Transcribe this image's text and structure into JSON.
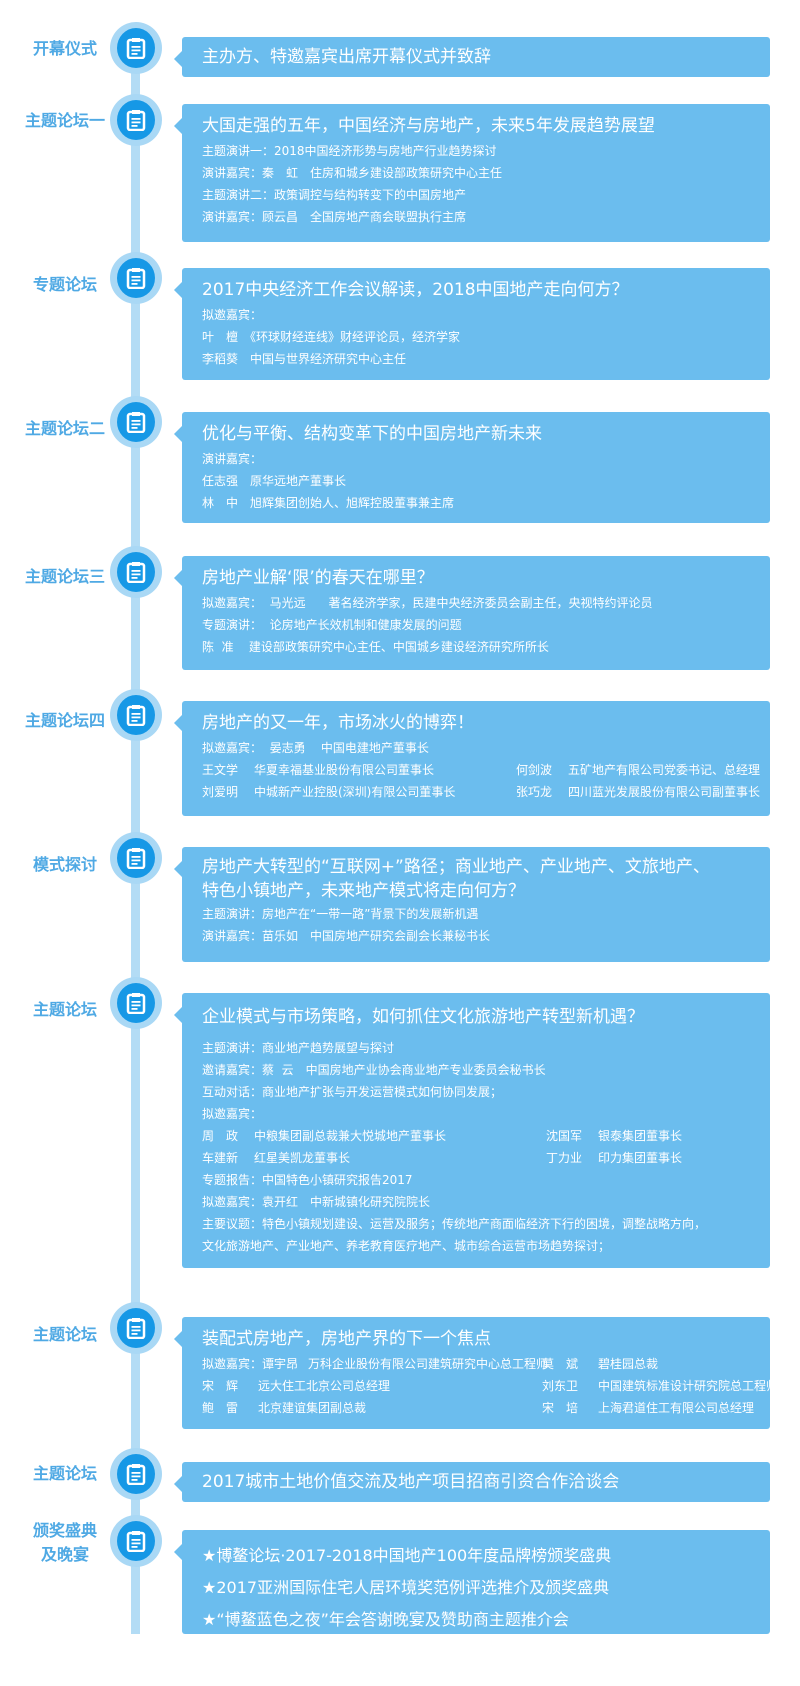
{
  "colors": {
    "card": "#6bbdee",
    "timeline": "#b3dcf5",
    "node": "#1698e6",
    "label": "#4fa9e4"
  },
  "icon": "clipboard-icon",
  "sections": [
    {
      "label": "开幕仪式",
      "title": "主办方、特邀嘉宾出席开幕仪式并致辞"
    },
    {
      "label": "主题论坛一",
      "title": "大国走强的五年，中国经济与房地产，未来5年发展趋势展望",
      "lines": [
        "主题演讲一：2018中国经济形势与房地产行业趋势探讨",
        "演讲嘉宾：秦　虹　住房和城乡建设部政策研究中心主任",
        "主题演讲二：政策调控与结构转变下的中国房地产",
        "演讲嘉宾：顾云昌　全国房地产商会联盟执行主席"
      ]
    },
    {
      "label": "专题论坛",
      "title": "2017中央经济工作会议解读，2018中国地产走向何方？",
      "lines": [
        "拟邀嘉宾：",
        "叶　檀　《环球财经连线》财经评论员，经济学家",
        "李稻葵　中国与世界经济研究中心主任"
      ]
    },
    {
      "label": "主题论坛二",
      "title": "优化与平衡、结构变革下的中国房地产新未来",
      "lines": [
        "演讲嘉宾：",
        "任志强　原华远地产董事长",
        "林　中　旭辉集团创始人、旭辉控股董事兼主席"
      ]
    },
    {
      "label": "主题论坛三",
      "title": "房地产业解‘限’的春天在哪里？",
      "lines": [
        "拟邀嘉宾：  马光远      著名经济学家，民建中央经济委员会副主任，央视特约评论员",
        "专题演讲：  论房地产长效机制和健康发展的问题",
        "陈  准    建设部政策研究中心主任、中国城乡建设经济研究所所长"
      ]
    },
    {
      "label": "主题论坛四",
      "title": "房地产的又一年，市场冰火的博弈！",
      "lines": [
        "拟邀嘉宾：  晏志勇    中国电建地产董事长"
      ],
      "rows": [
        [
          "王文学",
          "华夏幸福基业股份有限公司董事长",
          "何剑波",
          "五矿地产有限公司党委书记、总经理"
        ],
        [
          "刘爱明",
          "中城新产业控股(深圳)有限公司董事长",
          "张巧龙",
          "四川蓝光发展股份有限公司副董事长"
        ]
      ]
    },
    {
      "label": "模式探讨",
      "title": "房地产大转型的“互联网+”路径；商业地产、产业地产、文旅地产、",
      "title2": "特色小镇地产，未来地产模式将走向何方？",
      "lines": [
        "主题演讲：房地产在“一带一路”背景下的发展新机遇",
        "演讲嘉宾：苗乐如　中国房地产研究会副会长兼秘书长"
      ]
    },
    {
      "label": "主题论坛",
      "title": "企业模式与市场策略，如何抓住文化旅游地产转型新机遇？",
      "lines": [
        "主题演讲：商业地产趋势展望与探讨",
        "邀请嘉宾：蔡  云　中国房地产业协会商业地产专业委员会秘书长",
        "互动对话：商业地产扩张与开发运营模式如何协同发展；",
        "拟邀嘉宾："
      ],
      "rows": [
        [
          "周　政",
          "中粮集团副总裁兼大悦城地产董事长",
          "沈国军",
          "银泰集团董事长"
        ],
        [
          "车建新",
          "红星美凯龙董事长",
          "丁力业",
          "印力集团董事长"
        ]
      ],
      "lines2": [
        "专题报告：中国特色小镇研究报告2017",
        "拟邀嘉宾：袁开红　中新城镇化研究院院长",
        "主要议题：特色小镇规划建设、运营及服务；传统地产商面临经济下行的困境，调整战略方向，",
        "文化旅游地产、产业地产、养老教育医疗地产、城市综合运营市场趋势探讨；"
      ]
    },
    {
      "label": "主题论坛",
      "title": "装配式房地产，房地产界的下一个焦点",
      "rows": [
        [
          "拟邀嘉宾：谭宇昂",
          "万科企业股份有限公司建筑研究中心总工程师",
          "莫　斌",
          "碧桂园总裁"
        ],
        [
          "宋　辉",
          "远大住工北京公司总经理",
          "刘东卫",
          "中国建筑标准设计研究院总工程师"
        ],
        [
          "鲍　雷",
          "北京建谊集团副总裁",
          "宋　培",
          "上海君道住工有限公司总经理"
        ]
      ]
    },
    {
      "label": "主题论坛",
      "title": "2017城市土地价值交流及地产项目招商引资合作洽谈会"
    },
    {
      "label": "颁奖盛典",
      "label2": "及晚宴",
      "items": [
        "★博鳌论坛·2017-2018中国地产100年度品牌榜颁奖盛典",
        "★2017亚洲国际住宅人居环境奖范例评选推介及颁奖盛典",
        "★“博鳌蓝色之夜”年会答谢晚宴及赞助商主题推介会"
      ]
    }
  ]
}
